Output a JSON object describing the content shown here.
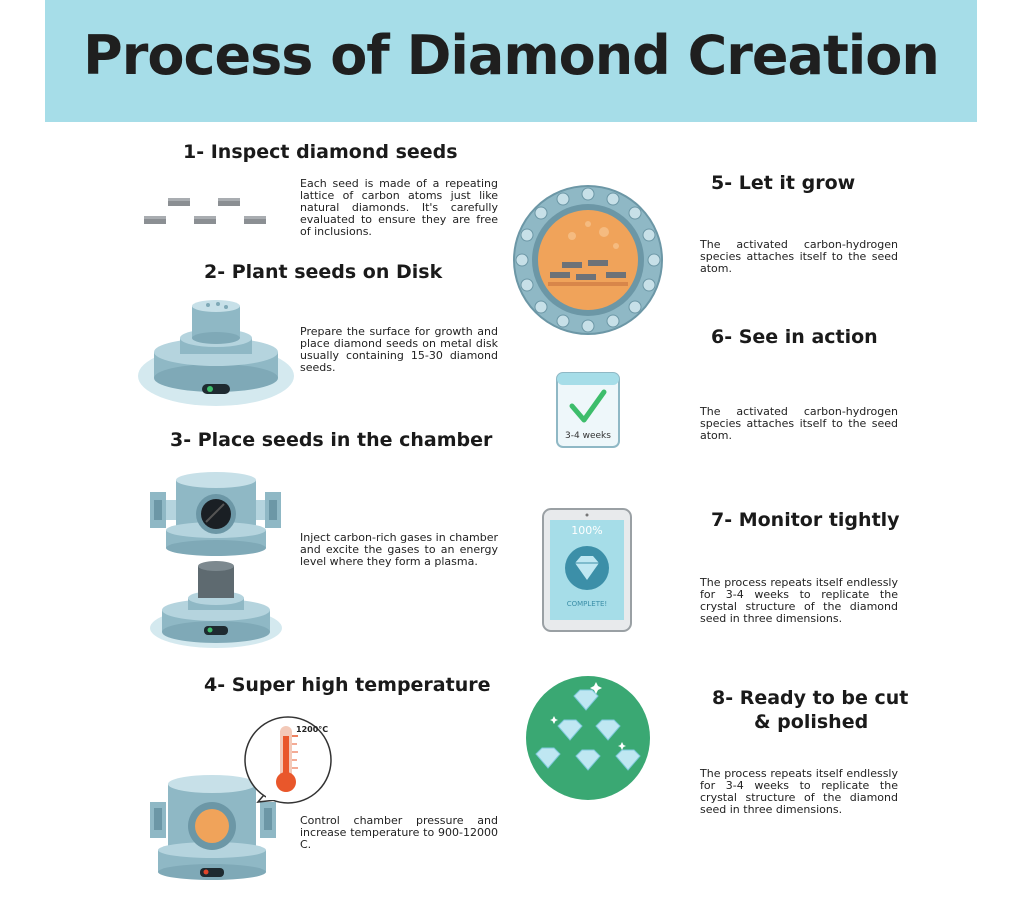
{
  "title": "Process of Diamond Creation",
  "steps": [
    {
      "title": "1- Inspect diamond seeds",
      "desc": "Each seed is made of a repeating lattice of carbon atoms just like natural diamonds. It's carefully evaluated to ensure they are free of inclusions."
    },
    {
      "title": "2- Plant seeds on Disk",
      "desc": "Prepare the surface for growth and place diamond seeds on metal disk usually containing 15-30 diamond seeds."
    },
    {
      "title": "3- Place seeds in the chamber",
      "desc": "Inject carbon-rich gases in chamber and excite the gases to an energy level where they form a plasma."
    },
    {
      "title": "4- Super high temperature",
      "desc": "Control chamber pressure and increase temperature to 900-12000 C.",
      "thermo_label": "1200°C"
    },
    {
      "title": "5- Let it grow",
      "desc": "The activated carbon-hydrogen species attaches itself to the seed atom."
    },
    {
      "title": "6- See in action",
      "desc": "The activated carbon-hydrogen species attaches itself to the seed atom.",
      "calendar_label": "3-4 weeks"
    },
    {
      "title": "7- Monitor tightly",
      "desc": "The process repeats itself endlessly for 3-4 weeks to replicate the crystal structure of the diamond seed in three dimensions.",
      "tablet_percent": "100%",
      "tablet_status": "COMPLETE!"
    },
    {
      "title_line1": "8- Ready to be cut",
      "title_line2": "& polished",
      "desc": "The process repeats itself endlessly for 3-4 weeks to replicate the crystal structure of the diamond seed in three dimensions."
    }
  ],
  "colors": {
    "header": "#a6dde8",
    "metal": "#8fb8c5",
    "metal_dark": "#6c97a6",
    "orange": "#f0a35a",
    "green": "#3aa873",
    "check": "#3dbd6b"
  }
}
